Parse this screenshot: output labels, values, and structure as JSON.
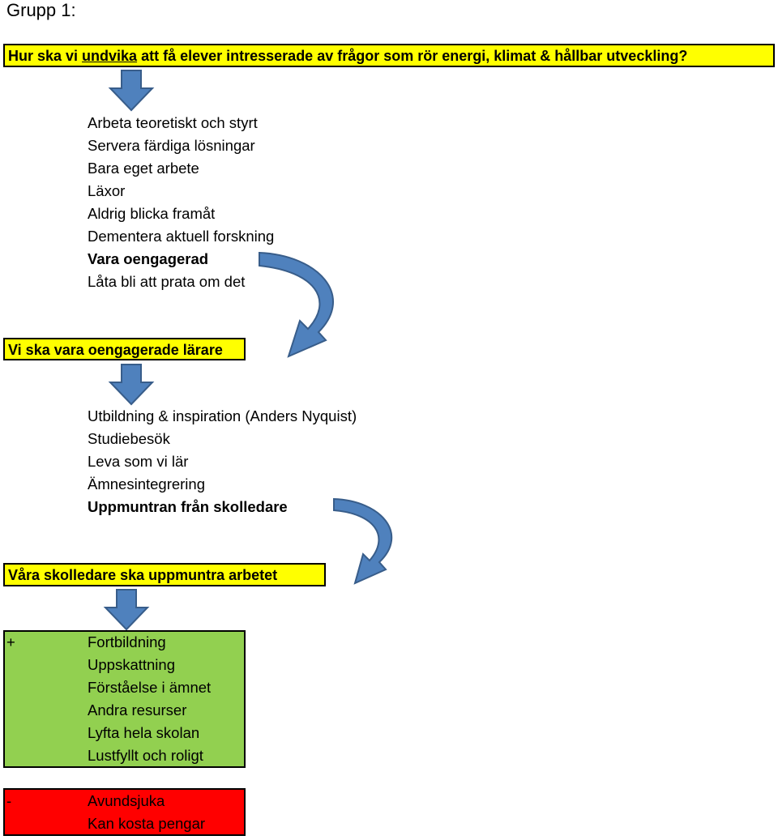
{
  "title": "Grupp 1:",
  "question": {
    "pre": "Hur ska vi ",
    "underlined": "undvika",
    "post": " att få elever intresserade av frågor som rör energi, klimat & hållbar utveckling?"
  },
  "list1": [
    "Arbeta teoretiskt och styrt",
    "Servera färdiga lösningar",
    "Bara eget arbete",
    "Läxor",
    "Aldrig blicka framåt",
    "Dementera aktuell forskning",
    "Vara oengagerad",
    "Låta bli att prata om det"
  ],
  "box2": "Vi ska vara oengagerade lärare",
  "list2": [
    "Utbildning & inspiration (Anders Nyquist)",
    "Studiebesök",
    "Leva som vi lär",
    "Ämnesintegrering",
    "Uppmuntran från skolledare"
  ],
  "box3": "Våra skolledare ska uppmuntra arbetet",
  "plus": {
    "sign": "+",
    "items": [
      "Fortbildning",
      "Uppskattning",
      "Förståelse i ämnet",
      "Andra resurser",
      "Lyfta hela skolan",
      "Lustfyllt och roligt"
    ]
  },
  "minus": {
    "sign": "-",
    "items": [
      "Avundsjuka",
      "Kan kosta pengar"
    ]
  },
  "colors": {
    "yellow": "#ffff00",
    "green": "#92d050",
    "red": "#ff0000",
    "arrow_fill": "#4f81bd",
    "arrow_stroke": "#385d8a"
  },
  "icons": [
    "down-arrow-icon",
    "curved-arrow-icon"
  ]
}
